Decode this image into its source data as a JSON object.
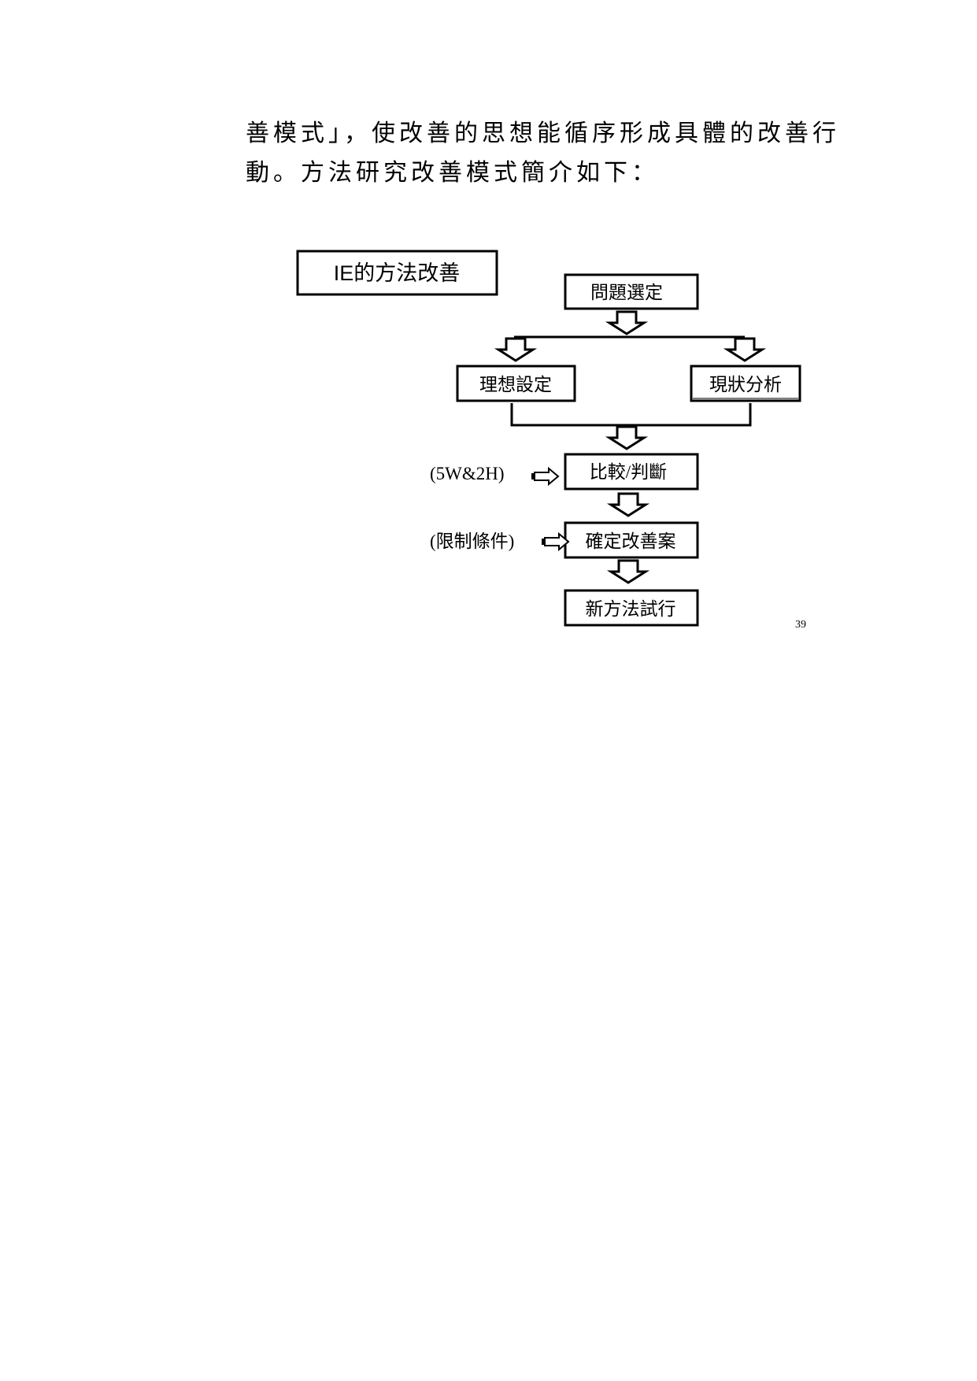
{
  "paragraph": {
    "line1": "善模式」，使改善的思想能循序形成具體的改善行",
    "line2": "動。方法研究改善模式簡介如下："
  },
  "diagram": {
    "title": "IE的方法改善",
    "nodes": {
      "problem": "問題選定",
      "ideal": "理想設定",
      "current": "現狀分析",
      "compare": "比較/判斷",
      "confirm": "確定改善案",
      "trial": "新方法試行"
    },
    "side_labels": {
      "compare": "(5W&2H)",
      "confirm": "(限制條件)"
    }
  },
  "page_number": "39"
}
